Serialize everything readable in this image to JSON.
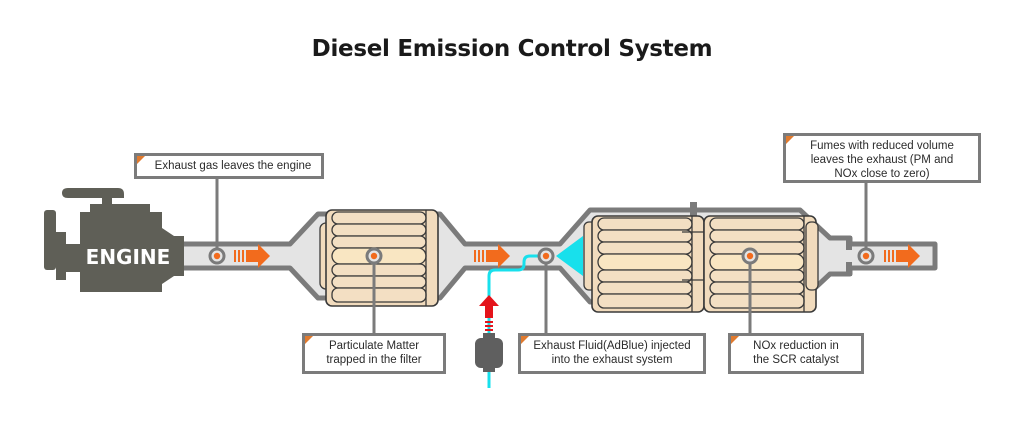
{
  "title": "Diesel Emission Control System",
  "engine": {
    "label": "ENGINE",
    "icon": "engine-icon"
  },
  "callouts": [
    {
      "id": "exhaust-gas",
      "text": "Exhaust gas leaves the engine"
    },
    {
      "id": "particulate",
      "line1": "Particulate Matter",
      "line2": "trapped in the filter"
    },
    {
      "id": "adblue",
      "line1": "Exhaust Fluid(AdBlue) injected",
      "line2": "into the exhaust system"
    },
    {
      "id": "nox",
      "line1": "NOx reduction in",
      "line2": "the SCR catalyst"
    },
    {
      "id": "fumes",
      "line1": "Fumes with reduced volume",
      "line2": "leaves the exhaust (PM and",
      "line3": "NOx close to zero)"
    }
  ],
  "components": [
    "engine",
    "diesel-particulate-filter",
    "adblue-injector",
    "scr-catalyst-1",
    "scr-catalyst-2",
    "tailpipe"
  ],
  "colors": {
    "pipe_outline": "#7b7b7b",
    "pipe_fill": "#e4e4e4",
    "engine": "#5f5f57",
    "flow_arrow": "#f26b1d",
    "filter_fill": "#f4dfc4",
    "adblue_line": "#18e0ec",
    "pump_arrow": "#e4141b",
    "callout_corner": "#e07a2e"
  }
}
